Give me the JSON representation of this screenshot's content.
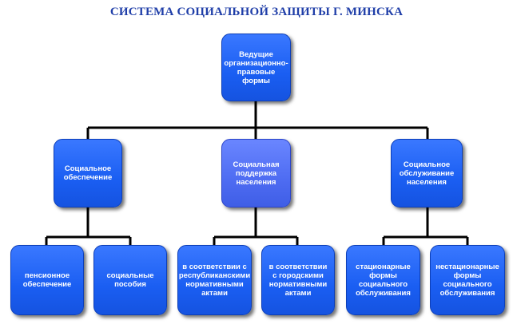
{
  "title": "СИСТЕМА СОЦИАЛЬНОЙ ЗАЩИТЫ Г. МИНСКА",
  "root": "Ведущие\nорганизационно-\nправовые\nформы",
  "branches": [
    {
      "label": "Социальное\nобеспечение",
      "children": [
        "пенсионное\nобеспечение",
        "социальные\nпособия"
      ]
    },
    {
      "label": "Социальная\nподдержка\nнаселения",
      "children": [
        "в соответствии с\nреспубликанскими\nнормативными\nактами",
        "в соответствии\nс городскими\nнормативными\nактами"
      ]
    },
    {
      "label": "Социальное\nобслуживание\nнаселения",
      "children": [
        "стационарные\nформы\nсоциального\nобслуживания",
        "нестационарные\nформы\nсоциального\nобслуживания"
      ]
    }
  ],
  "colors": {
    "node": "#1a5ef2",
    "title": "#1f3ea8",
    "line": "#000000"
  }
}
